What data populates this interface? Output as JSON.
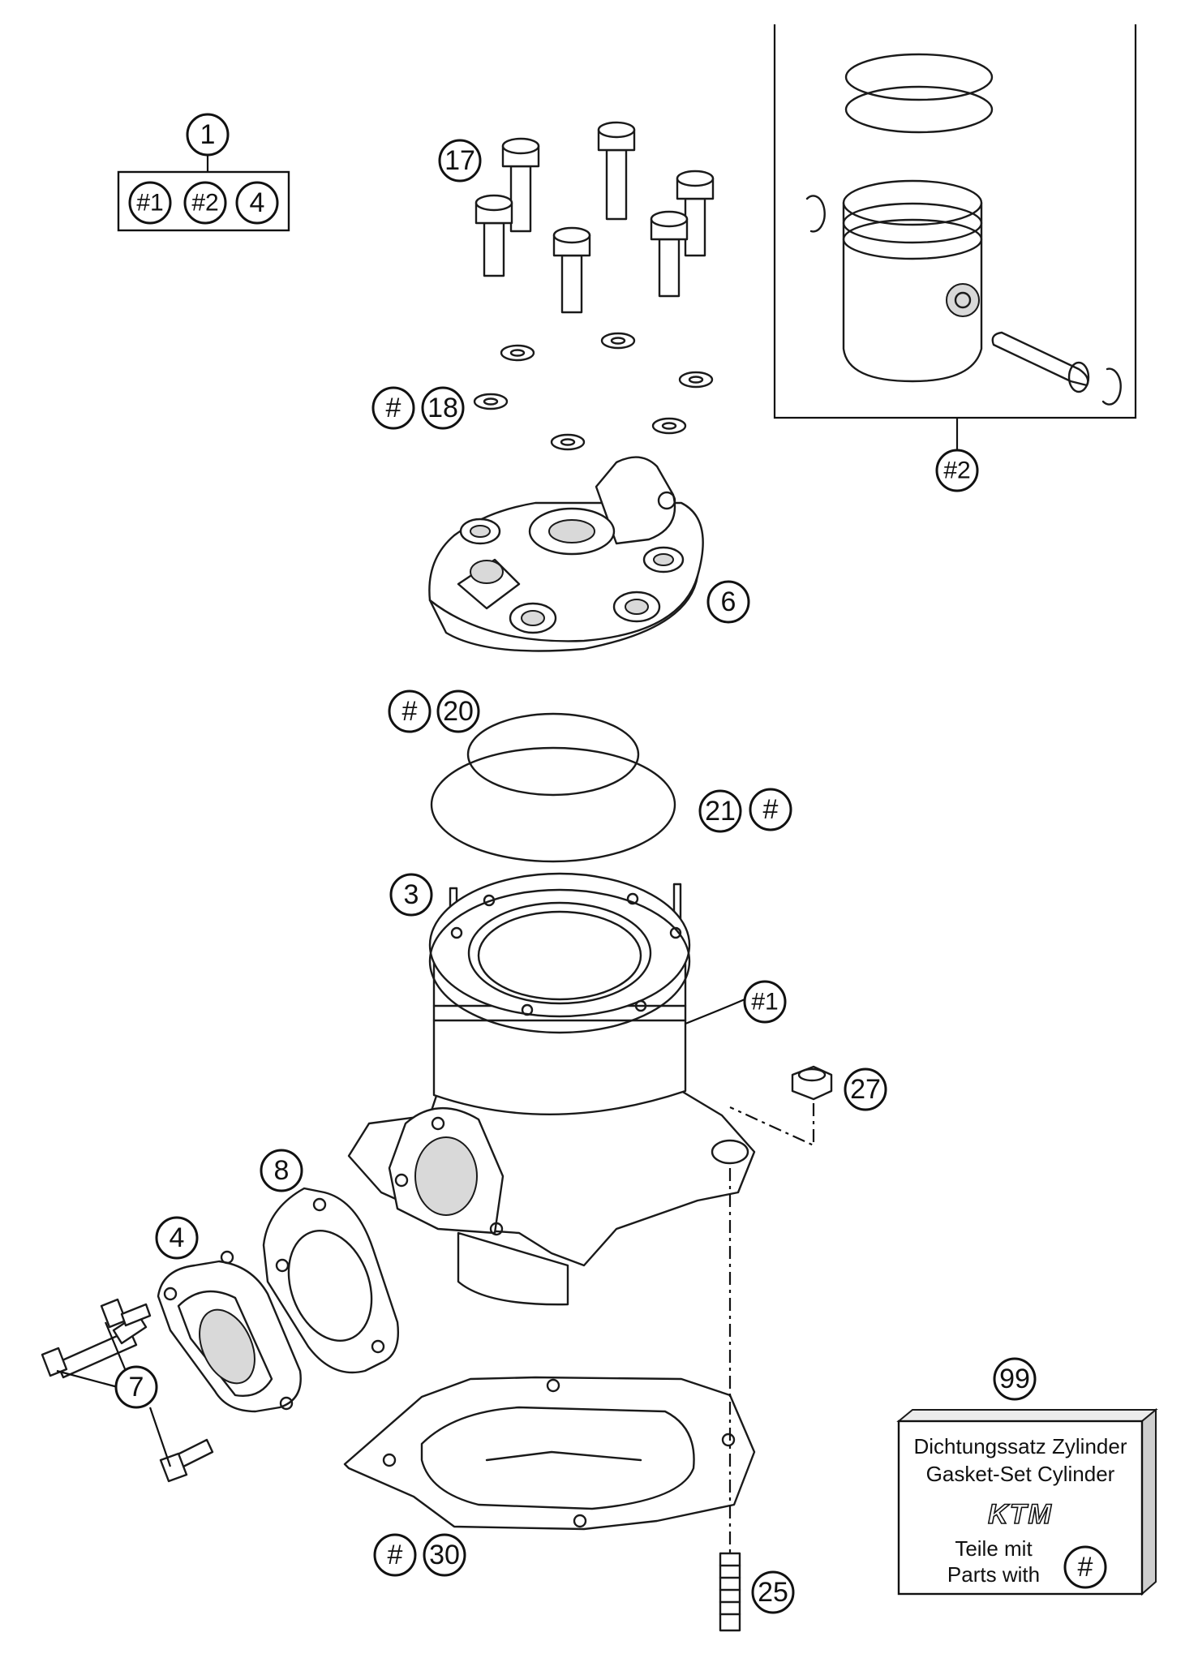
{
  "callouts": {
    "c1": "1",
    "c_h1_kit": "#1",
    "c_h2_kit": "#2",
    "c4_kit": "4",
    "c17": "17",
    "c_hash_18": "#",
    "c18": "18",
    "c_h2_piston": "#2",
    "c6": "6",
    "c_hash_20": "#",
    "c20": "20",
    "c21": "21",
    "c_hash_21": "#",
    "c3": "3",
    "c_h1_cyl": "#1",
    "c27": "27",
    "c8": "8",
    "c4": "4",
    "c7": "7",
    "c99": "99",
    "c_hash_30": "#",
    "c30": "30",
    "c25": "25"
  },
  "gasket_box": {
    "line1": "Dichtungssatz Zylinder",
    "line2": "Gasket-Set Cylinder",
    "line3": "Teile mit",
    "line4": "Parts with",
    "hash_symbol": "#"
  },
  "logo": {
    "brand": "KTM"
  },
  "colors": {
    "ink": "#111111",
    "paper": "#ffffff",
    "shade": "#d9d9d9"
  }
}
